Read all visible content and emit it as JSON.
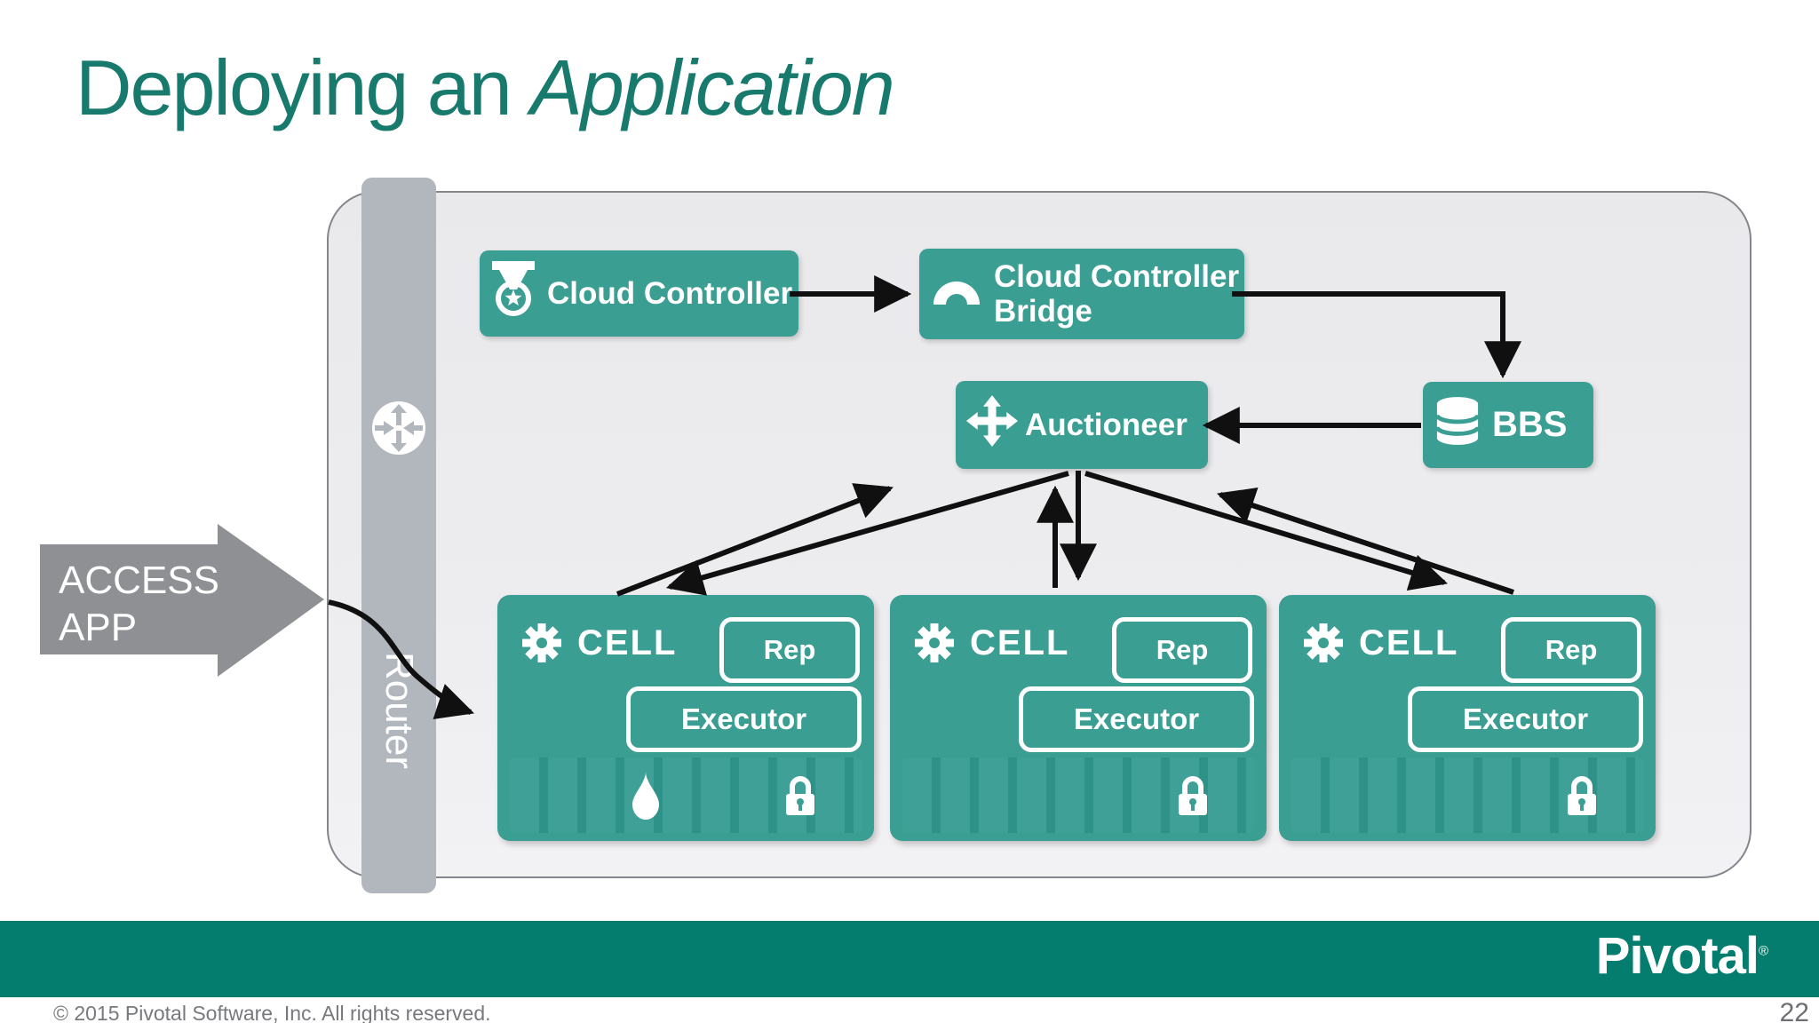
{
  "slide": {
    "title": {
      "regular": "Deploying an ",
      "italic": "Application"
    },
    "router": {
      "label": "Router"
    },
    "access_arrow": {
      "line1": "ACCESS",
      "line2": "APP"
    },
    "nodes": {
      "cloud_controller": {
        "label": "Cloud Controller"
      },
      "cloud_controller_bridge": {
        "line1": "Cloud Controller",
        "line2": "Bridge"
      },
      "auctioneer": {
        "label": "Auctioneer"
      },
      "bbs": {
        "label": "BBS"
      }
    },
    "cells": [
      {
        "label": "CELL",
        "rep": "Rep",
        "executor": "Executor"
      },
      {
        "label": "CELL",
        "rep": "Rep",
        "executor": "Executor"
      },
      {
        "label": "CELL",
        "rep": "Rep",
        "executor": "Executor"
      }
    ],
    "footer": {
      "logo": "Pivotal",
      "registered": "®",
      "copyright": "© 2015 Pivotal Software, Inc.  All rights reserved.",
      "page_number": "22"
    },
    "colors": {
      "node_teal": "#3B9E93",
      "footer_teal": "#047D6F",
      "title_teal": "#187A6C",
      "router_gray": "#B2B6BD",
      "access_gray": "#8E9094"
    }
  }
}
